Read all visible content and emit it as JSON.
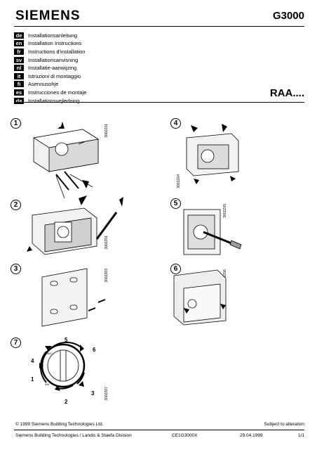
{
  "header": {
    "brand": "SIEMENS",
    "doc_number": "G3000",
    "model": "RAA...."
  },
  "languages": [
    {
      "code": "de",
      "title": "Installationsanleitung"
    },
    {
      "code": "en",
      "title": "Installation Instructions"
    },
    {
      "code": "fr",
      "title": "Instructions d'installation"
    },
    {
      "code": "sv",
      "title": "Installationsanvisning"
    },
    {
      "code": "nl",
      "title": "Installatie-aanwijzing"
    },
    {
      "code": "it",
      "title": "Istruzioni di montaggio"
    },
    {
      "code": "fi",
      "title": "Asennusohje"
    },
    {
      "code": "es",
      "title": "Instrucciones de montaje"
    },
    {
      "code": "da",
      "title": "Installationsvejledning"
    }
  ],
  "steps": {
    "s1": {
      "num": "1",
      "code": "3002Z01"
    },
    "s2": {
      "num": "2",
      "code": "3002Z01"
    },
    "s3": {
      "num": "3",
      "code": "3002Z03"
    },
    "s4": {
      "num": "4",
      "code": "3002Z04"
    },
    "s5": {
      "num": "5",
      "code": "3002Z05"
    },
    "s6": {
      "num": "6",
      "code": "3002Z06"
    },
    "s7": {
      "num": "7",
      "code": "3002Z07"
    }
  },
  "dial": {
    "labels": [
      "5",
      "6",
      "4",
      "1",
      "3",
      "2"
    ],
    "small_labels": [
      "MAX",
      "MIN"
    ]
  },
  "footer": {
    "copyright": "© 1999 Siemens Building Technologies Ltd.",
    "alteration": "Subject to alteration",
    "division": "Siemens Building Technologies / Landis & Staefa Division",
    "doc_id": "CE1G3000X",
    "date": "29.04.1999",
    "page": "1/1"
  }
}
